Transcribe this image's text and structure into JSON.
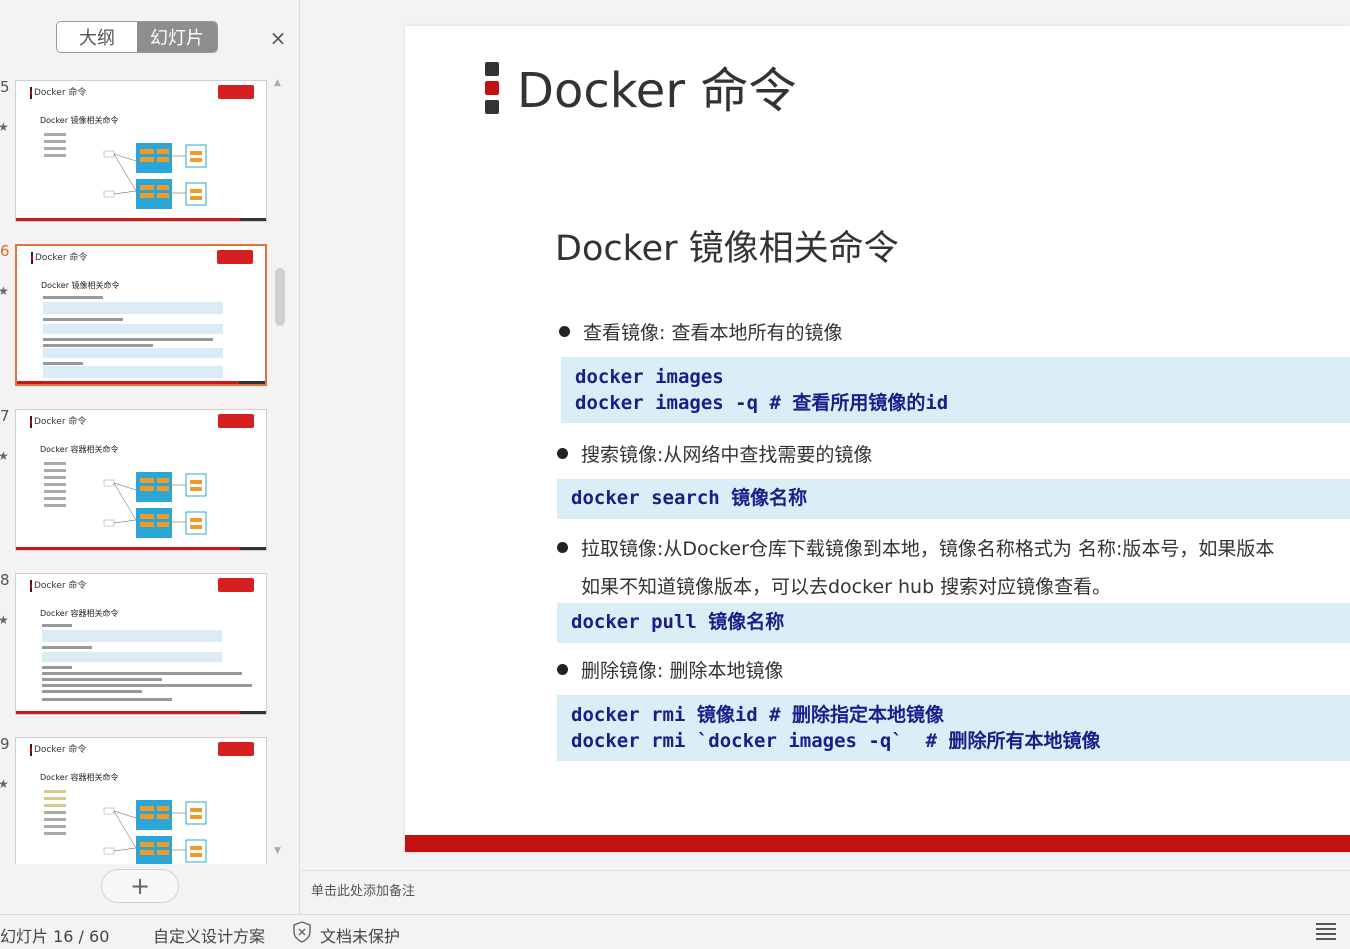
{
  "panel": {
    "tab_outline": "大纲",
    "tab_slides": "幻灯片",
    "close_glyph": "×",
    "add_glyph": "+"
  },
  "thumbnails": [
    {
      "num": "5",
      "head": "Docker 命令",
      "sub": "Docker 镜像相关命令",
      "kind": "diagram"
    },
    {
      "num": "6",
      "head": "Docker 命令",
      "sub": "Docker 镜像相关命令",
      "kind": "code",
      "active": true
    },
    {
      "num": "7",
      "head": "Docker 命令",
      "sub": "Docker 容器相关命令",
      "kind": "diagram"
    },
    {
      "num": "8",
      "head": "Docker 命令",
      "sub": "Docker 容器相关命令",
      "kind": "code"
    },
    {
      "num": "9",
      "head": "Docker 命令",
      "sub": "Docker 容器相关命令",
      "kind": "diagram"
    }
  ],
  "slide": {
    "title": "Docker 命令",
    "subtitle": "Docker 镜像相关命令",
    "items": [
      {
        "text": "查看镜像: 查看本地所有的镜像",
        "code": "docker images\ndocker images -q # 查看所用镜像的id"
      },
      {
        "text": "搜索镜像:从网络中查找需要的镜像",
        "code": "docker search 镜像名称"
      },
      {
        "text": "拉取镜像:从Docker仓库下载镜像到本地，镜像名称格式为 名称:版本号，如果版本",
        "text2": "如果不知道镜像版本，可以去docker hub 搜索对应镜像查看。",
        "code": "docker pull 镜像名称"
      },
      {
        "text": "删除镜像: 删除本地镜像",
        "code": "docker rmi 镜像id # 删除指定本地镜像\ndocker rmi `docker images -q`  # 删除所有本地镜像"
      }
    ],
    "accent_color": "#c41010",
    "code_bg": "#d9eef6",
    "code_color": "#1d1d8a"
  },
  "notes": {
    "placeholder": "单击此处添加备注"
  },
  "status": {
    "slide_info": "幻灯片 16 / 60",
    "design": "自定义设计方案",
    "protect": "文档未保护",
    "shield_icon": "shield-x-icon",
    "menu_icon": "notes-menu-icon"
  }
}
